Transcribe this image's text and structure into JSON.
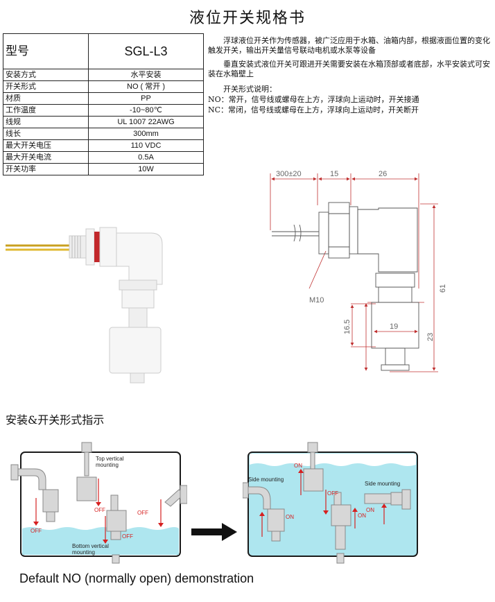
{
  "title": "液位开关规格书",
  "spec": {
    "model_label": "型号",
    "model_value": "SGL-L3",
    "rows": [
      {
        "k": "安装方式",
        "v": "水平安装"
      },
      {
        "k": "开关形式",
        "v": "NO ( 常开 )"
      },
      {
        "k": "材质",
        "v": "PP"
      },
      {
        "k": "工作温度",
        "v": "-10~80℃"
      },
      {
        "k": "线规",
        "v": "UL 1007 22AWG"
      },
      {
        "k": "线长",
        "v": "300mm"
      },
      {
        "k": "最大开关电压",
        "v": "110 VDC"
      },
      {
        "k": "最大开关电流",
        "v": "0.5A"
      },
      {
        "k": "开关功率",
        "v": "10W"
      }
    ]
  },
  "description": {
    "p1": "浮球液位开关作为传感器，被广泛应用于水箱、油箱内部，根据液面位置的变化触发开关，输出开关量信号联动电机或水泵等设备",
    "p2": "垂直安装式液位开关可跟进开关需要安装在水箱顶部或者底部，水平安装式可安装在水箱壁上",
    "p3": "开关形式说明：",
    "no": "NO：常开，信号线或螺母在上方，浮球向上运动时，开关接通",
    "nc": "NC：常闭，信号线或螺母在上方，浮球向上运动时，开关断开"
  },
  "drawing": {
    "dim_cable": "300±20",
    "dim_nut": "15",
    "dim_body": "26",
    "dim_thread": "M10",
    "dim_float_h": "16.5",
    "dim_float_w": "19",
    "dim_lower": "23",
    "dim_total": "61"
  },
  "section_title": "安装&开关形式指示",
  "diagram_left": {
    "top_label": "Top vertical\nmounting",
    "bottom_label": "Bottom vertical\nmounting",
    "off": "OFF"
  },
  "diagram_right": {
    "side_left": "Side mounting",
    "side_right": "Side mounting",
    "on": "ON",
    "off": "OFF"
  },
  "footer": "Default NO (normally open) demonstration",
  "colors": {
    "water": "#aee6ef",
    "arrow": "#d62020",
    "tank": "#1a1a1a"
  }
}
